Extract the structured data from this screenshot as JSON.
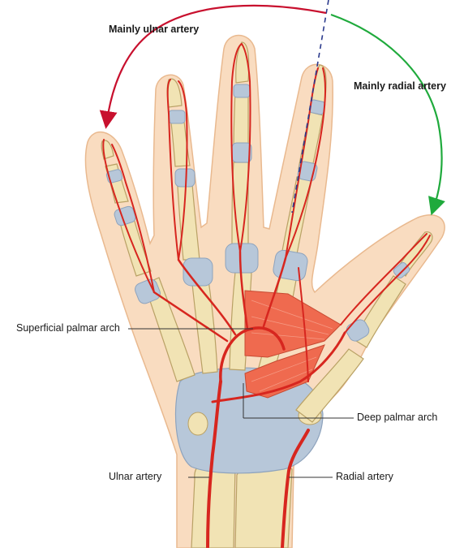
{
  "labels": {
    "mainly_ulnar": "Mainly ulnar artery",
    "mainly_radial": "Mainly radial artery",
    "superficial_arch": "Superficial palmar arch",
    "deep_arch": "Deep palmar arch",
    "ulnar_artery": "Ulnar artery",
    "radial_artery": "Radial artery"
  },
  "colors": {
    "skin": "#f9dcc0",
    "skin_outline": "#e9b98f",
    "bone": "#f1e3b4",
    "bone_outline": "#b9a165",
    "ligament": "#b7c7d9",
    "artery": "#d7261f",
    "muscle": "#ef6a4f",
    "ulnar_arc": "#c8102e",
    "radial_arc": "#1faa3c",
    "divider": "#2b3a8c"
  },
  "icons": {
    "ulnar_arrow": "arrowhead-red",
    "radial_arrow": "arrowhead-green"
  }
}
